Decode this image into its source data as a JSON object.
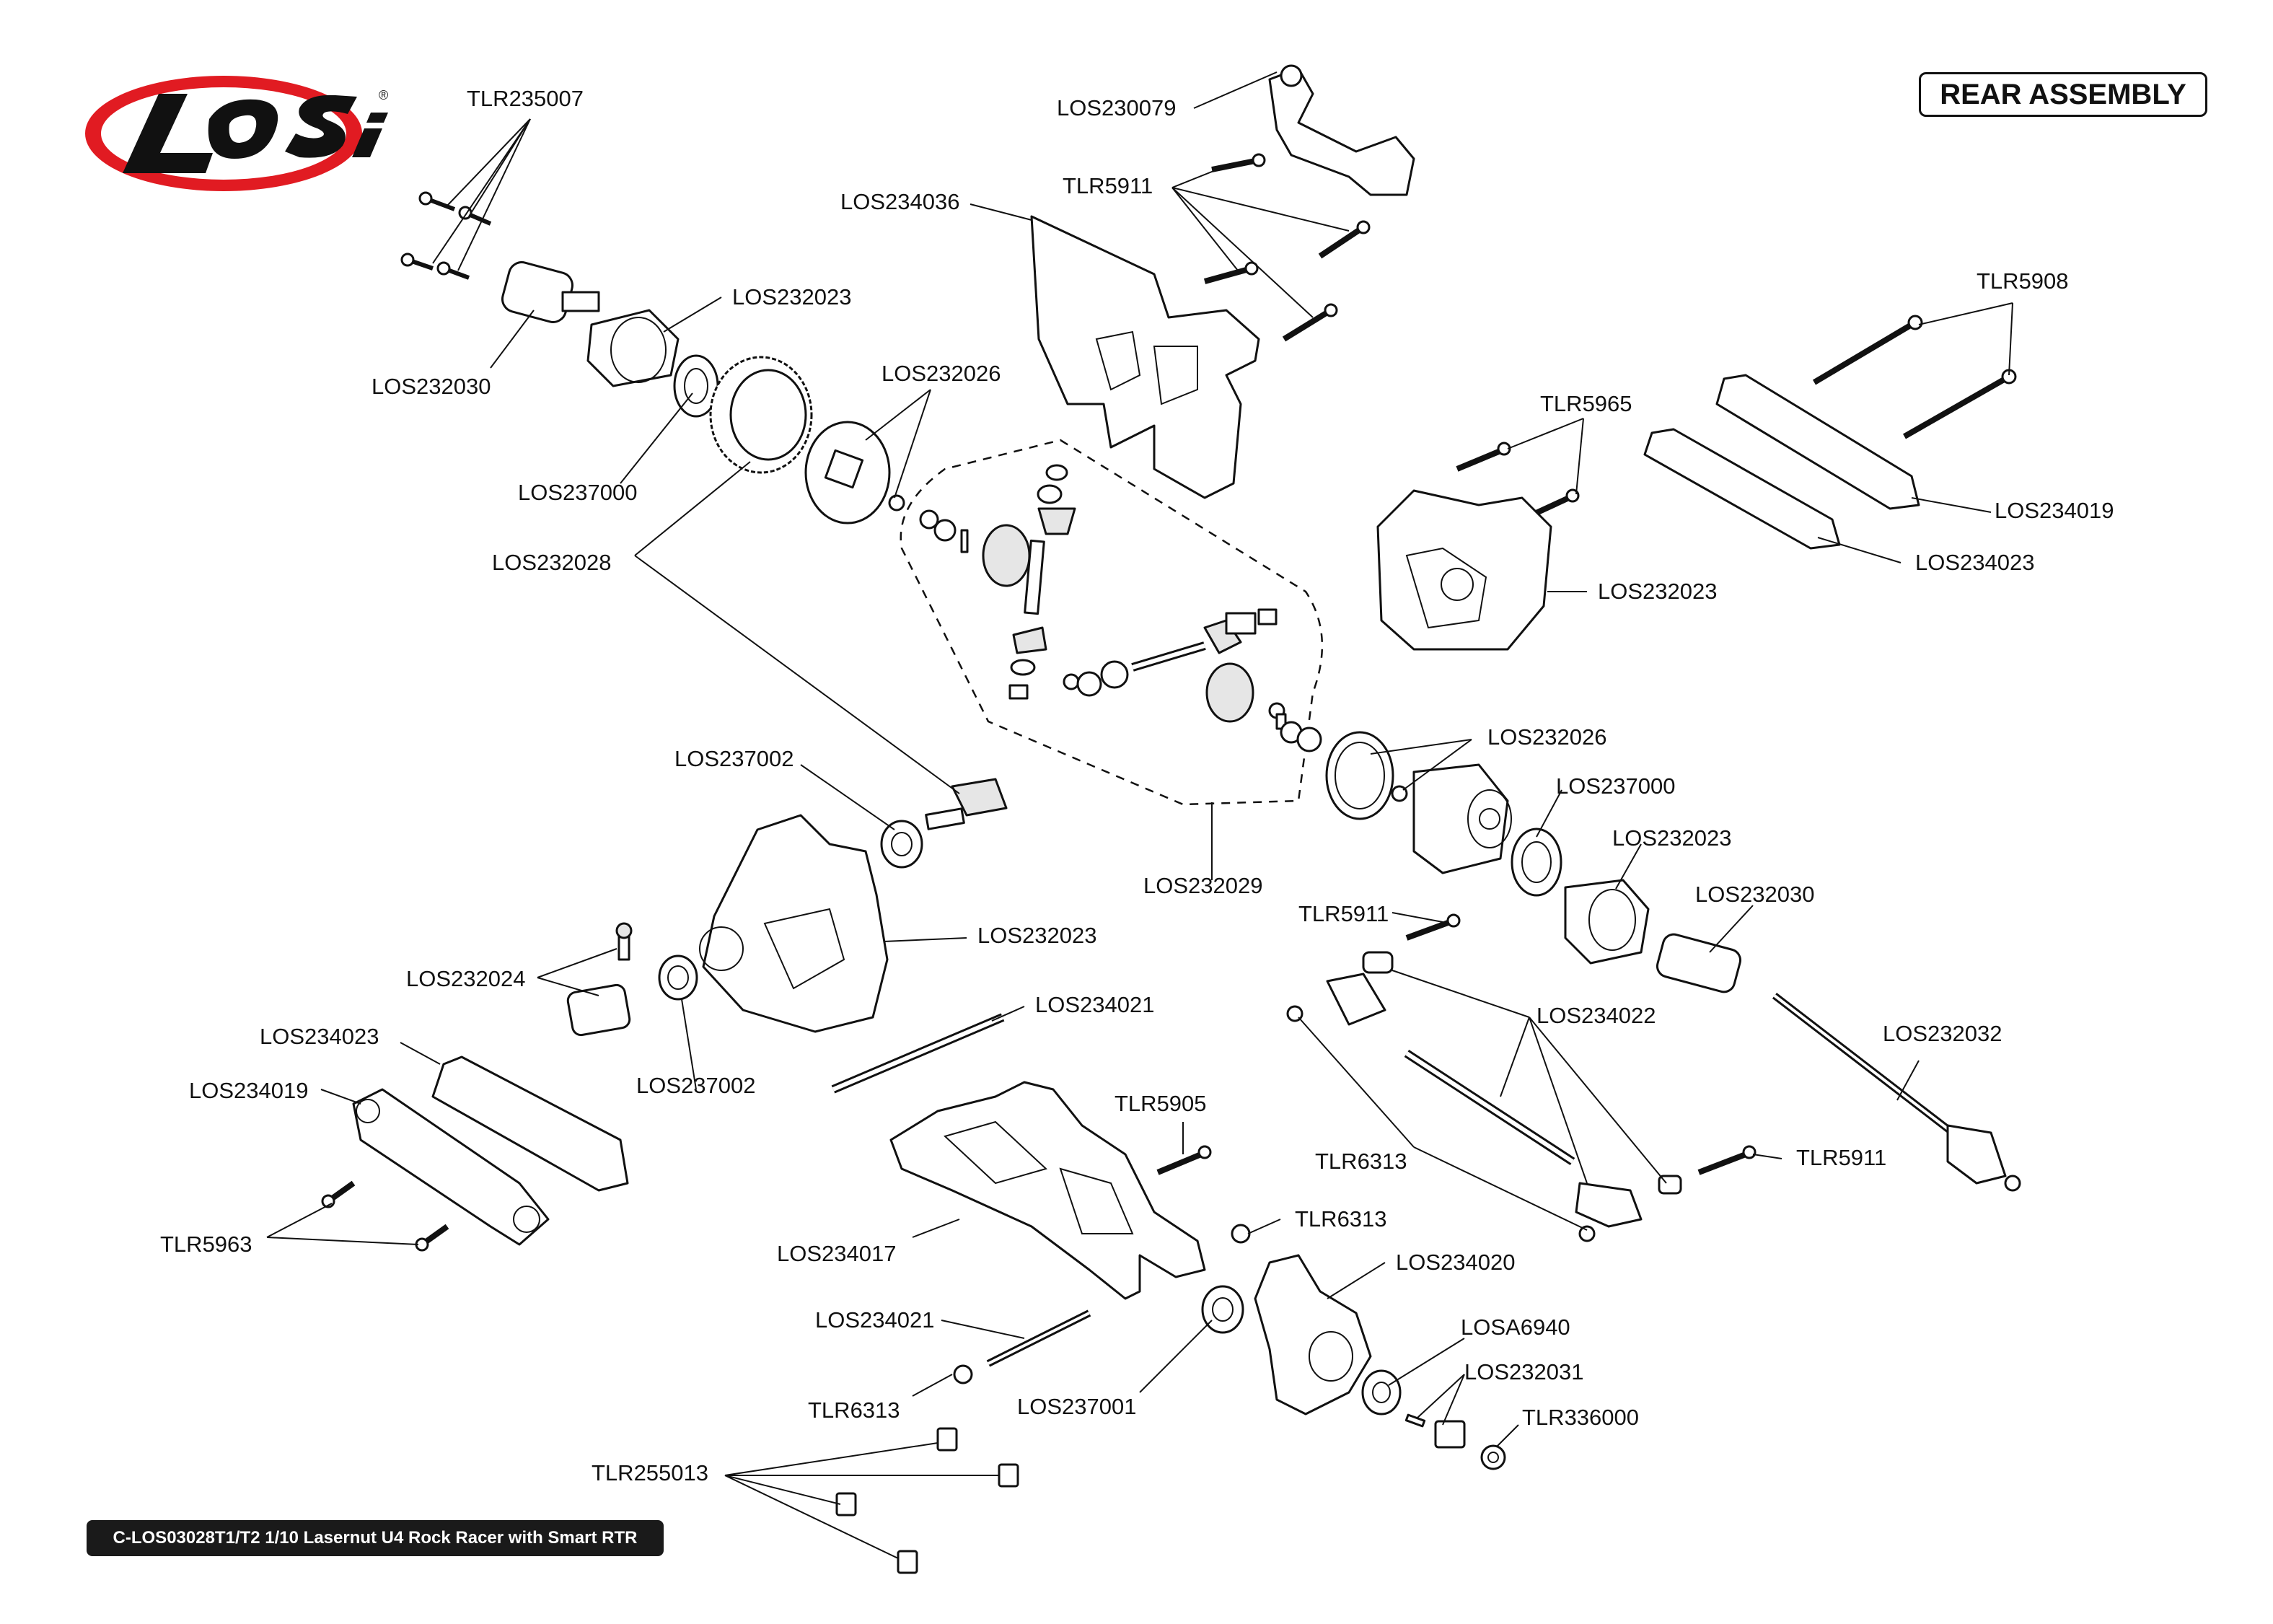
{
  "brand": {
    "name": "LOSI",
    "colors": {
      "red": "#e11b22",
      "dark": "#111111",
      "silver": "#d9d9d9"
    }
  },
  "header": {
    "title": "REAR ASSEMBLY"
  },
  "footer": {
    "caption": "C-LOS03028T1/T2 1/10 Lasernut U4 Rock Racer with Smart RTR"
  },
  "callouts": [
    "TLR235007",
    "LOS230079",
    "LOS234036",
    "TLR5911",
    "LOS232023",
    "LOS232030",
    "LOS232026",
    "TLR5908",
    "LOS237000",
    "TLR5965",
    "LOS232028",
    "LOS234019",
    "LOS232023",
    "LOS234023",
    "LOS232026",
    "LOS237002",
    "LOS237000",
    "LOS232023",
    "LOS232029",
    "LOS232030",
    "TLR5911",
    "LOS232023",
    "LOS234021",
    "LOS232024",
    "LOS234022",
    "LOS232032",
    "LOS234023",
    "LOS237002",
    "LOS234019",
    "TLR5905",
    "TLR6313",
    "TLR5911",
    "TLR5963",
    "TLR6313",
    "LOS234017",
    "LOS234020",
    "LOS234021",
    "LOSA6940",
    "LOS232031",
    "TLR6313",
    "LOS237001",
    "TLR336000",
    "TLR255013"
  ]
}
